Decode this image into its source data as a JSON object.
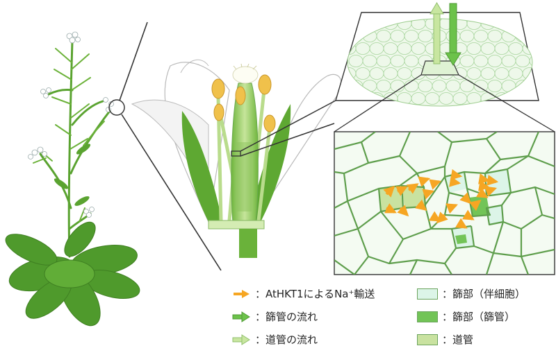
{
  "legend": {
    "items": [
      {
        "text": "：AtHKT1によるNa⁺輸送",
        "marker": "orange-arrow",
        "color": "#f6a623"
      },
      {
        "text": "：篩管の流れ",
        "marker": "green-arrow",
        "color": "#6cc24a"
      },
      {
        "text": "：道管の流れ",
        "marker": "light-green-arrow",
        "color": "#c8e6a0"
      },
      {
        "text": "：篩部（伴細胞）",
        "marker": "swatch",
        "color": "#dcf5e8"
      },
      {
        "text": "：篩部（篩管）",
        "marker": "swatch",
        "color": "#72c457"
      },
      {
        "text": "：道管",
        "marker": "swatch",
        "color": "#c9e2a0"
      }
    ]
  },
  "colors": {
    "cell_border": "#5e9e4c",
    "cell_fill": "#f4fbf2",
    "companion_cell": "#dcf5e8",
    "sieve_tube": "#72c457",
    "xylem": "#c9e2a0",
    "na_transport_arrow": "#f6a623",
    "leaf": "#4f9a2c",
    "petal": "#ffffff",
    "anther": "#f0c14b"
  }
}
